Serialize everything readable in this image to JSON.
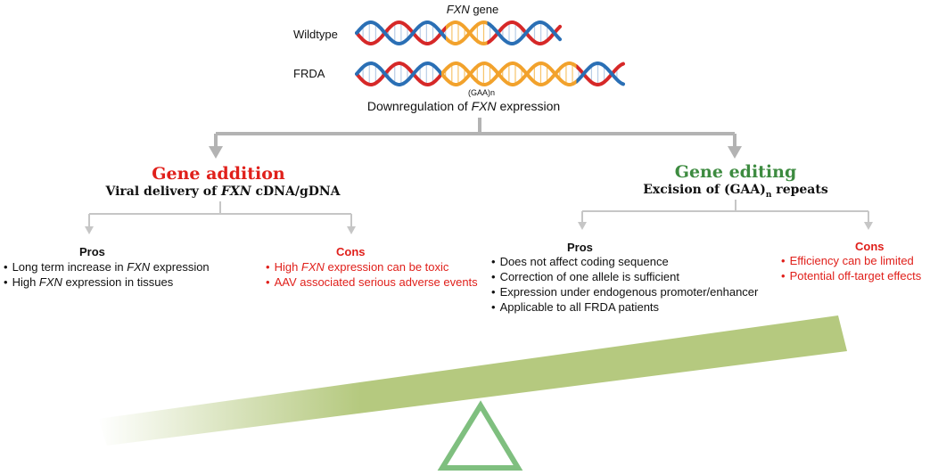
{
  "gene": {
    "title_italic": "FXN",
    "title_rest": " gene",
    "wildtype_label": "Wildtype",
    "frda_label": "FRDA",
    "repeat_label": "(GAA)n",
    "downreg_prefix": "Downregulation of ",
    "downreg_italic": "FXN",
    "downreg_suffix": " expression"
  },
  "addition": {
    "heading": "Gene addition",
    "sub_prefix": "Viral delivery of ",
    "sub_italic": "FXN",
    "sub_suffix": " cDNA/gDNA",
    "pros_label": "Pros",
    "pros": [
      {
        "prefix": "Long term increase in ",
        "italic": "FXN",
        "suffix": " expression"
      },
      {
        "prefix": "High ",
        "italic": "FXN",
        "suffix": " expression in tissues"
      }
    ],
    "cons_label": "Cons",
    "cons": [
      {
        "prefix": "High ",
        "italic": "FXN",
        "suffix": " expression can be toxic"
      },
      {
        "prefix": "AAV associated serious adverse events",
        "italic": "",
        "suffix": ""
      }
    ]
  },
  "editing": {
    "heading": "Gene editing",
    "sub_prefix": "Excision of (GAA)",
    "sub_subscript": "n",
    "sub_suffix": " repeats",
    "pros_label": "Pros",
    "pros": [
      "Does not affect coding sequence",
      "Correction of one allele is sufficient",
      "Expression under endogenous promoter/enhancer",
      "Applicable to all FRDA patients"
    ],
    "cons_label": "Cons",
    "cons": [
      "Efficiency can be limited",
      "Potential off-target effects"
    ]
  },
  "colors": {
    "red": "#e0201b",
    "green_text": "#3d8b40",
    "beam": "#b5c97f",
    "fulcrum": "#7fbf7f",
    "arrow_gray": "#b3b3b3",
    "dna_red": "#d62828",
    "dna_blue": "#2a6fb5",
    "dna_orange": "#f2a22c"
  },
  "icons": {
    "wildtype_dna": "dna-helix-icon",
    "frda_dna": "dna-helix-expanded-icon",
    "fulcrum": "triangle-fulcrum-icon"
  }
}
